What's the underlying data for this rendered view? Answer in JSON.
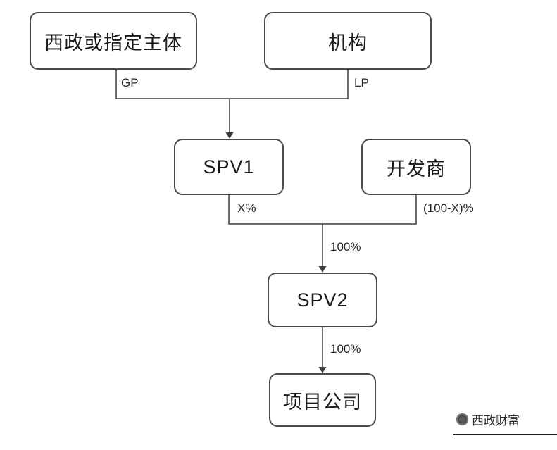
{
  "diagram": {
    "nodes": {
      "xizheng": {
        "label": "西政或指定主体"
      },
      "jigou": {
        "label": "机构"
      },
      "spv1": {
        "label": "SPV1"
      },
      "kaifashang": {
        "label": "开发商"
      },
      "spv2": {
        "label": "SPV2"
      },
      "xiangmu": {
        "label": "项目公司"
      }
    },
    "edge_labels": {
      "gp": "GP",
      "lp": "LP",
      "x_pct": "X%",
      "rest_pct": "(100-X)%",
      "pct100_to_spv2": "100%",
      "pct100_to_project": "100%"
    },
    "watermark": {
      "text": "西政财富"
    }
  },
  "colors": {
    "background": "#ffffff",
    "node_border": "#4a4a4a",
    "text": "#1a1a1a",
    "line": "#3d3d3d"
  }
}
